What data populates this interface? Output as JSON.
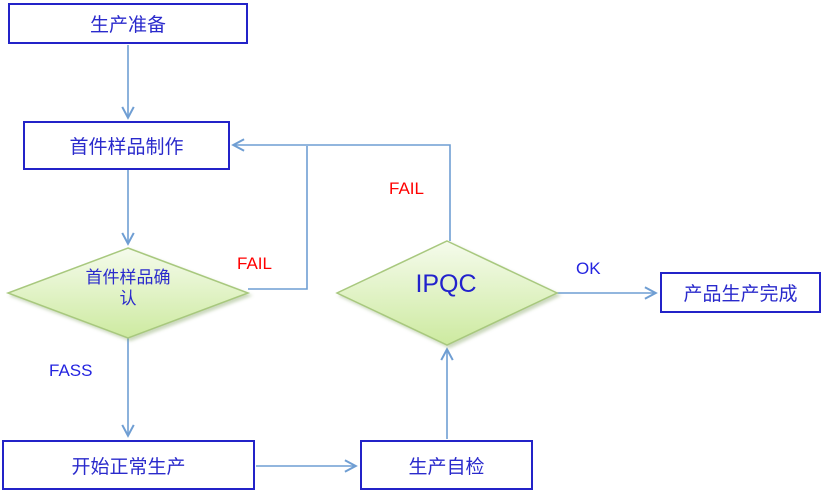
{
  "diagram": {
    "nodes": {
      "production_prep": {
        "label": "生产准备"
      },
      "first_sample_make": {
        "label": "首件样品制作"
      },
      "first_sample_confirm": {
        "label": "首件样品确认"
      },
      "ipqc": {
        "label": "IPQC"
      },
      "start_production": {
        "label": "开始正常生产"
      },
      "self_inspection": {
        "label": "生产自检"
      },
      "production_complete": {
        "label": "产品生产完成"
      }
    },
    "edge_labels": {
      "confirm_fail": "FAIL",
      "ipqc_fail": "FAIL",
      "confirm_pass": "FASS",
      "ipqc_ok": "OK"
    },
    "colors": {
      "box_border": "#2323c8",
      "box_text": "#2a2acc",
      "connector_line": "#6f9ed3",
      "fail_label": "#ff0000",
      "pass_label": "#2424e0",
      "diamond_border": "#a8c87e",
      "diamond_fill_top": "#f5fbec",
      "diamond_fill_bottom": "#cdeaa0",
      "background": "#ffffff"
    }
  }
}
